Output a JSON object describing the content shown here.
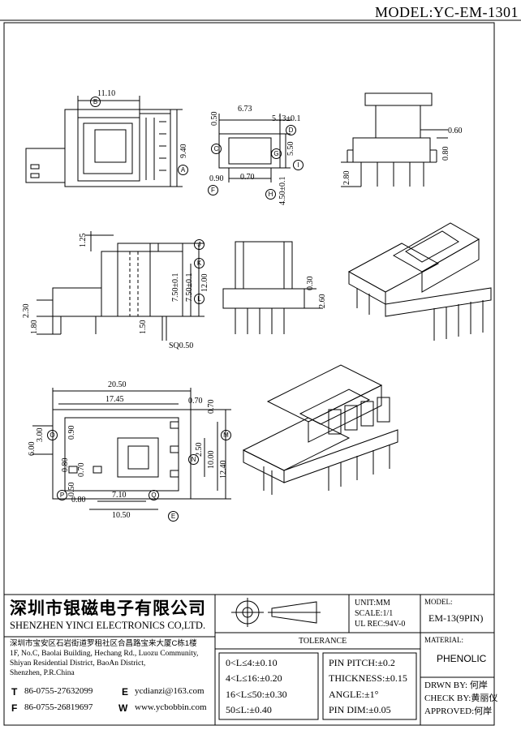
{
  "header": {
    "model": "MODEL:YC-EM-1301"
  },
  "dims": {
    "d1110": "11.10",
    "d940": "9.40",
    "d673": "6.73",
    "d050": "0.50",
    "d513": "5.13±0.1",
    "d550": "5.50",
    "d090": "0.90",
    "d070": "0.70",
    "d450": "4.50±0.1",
    "d060": "0.60",
    "d080": "0.80",
    "d280": "2.80",
    "d125": "1.25",
    "d750a": "7.50±0.1",
    "d750b": "7.50±0.1",
    "d1200": "12.00",
    "d230": "2.30",
    "d180": "1.80",
    "d150": "1.50",
    "sq": "SQ0.50",
    "d030": "0.30",
    "d260": "2.60",
    "d2050": "20.50",
    "d1745": "17.45",
    "d070b": "0.70",
    "d070c": "0.70",
    "d600": "6.00",
    "d300": "3.00",
    "d090b": "0.90",
    "d080b": "0.80",
    "d070d": "0.70",
    "d250": "2.50",
    "d1000": "10.00",
    "d1240": "12.40",
    "d050b": "0.50",
    "d080c": "0.80",
    "d710": "7.10",
    "d1050": "10.50"
  },
  "labels": {
    "A": "A",
    "B": "B",
    "C": "C",
    "D": "D",
    "E": "E",
    "F": "F",
    "G": "G",
    "H": "H",
    "I": "I",
    "J": "J",
    "K": "K",
    "L": "L",
    "M": "M",
    "N": "N",
    "O": "O",
    "P": "P",
    "Q": "Q"
  },
  "company": {
    "name_cn": "深圳市银磁电子有限公司",
    "name_en": "SHENZHEN YINCI ELECTRONICS CO,LTD.",
    "addr_cn": "深圳市宝安区石岩街道罗租社区合昌路宝来大厦C栋1楼",
    "addr_en1": "1F, No.C, Baolai Building, Hechang Rd., Luozu Community,",
    "addr_en2": "Shiyan Residential District, BaoAn District,",
    "addr_en3": "Shenzhen, P.R.China",
    "tel_label": "T",
    "tel": "86-0755-27632099",
    "fax_label": "F",
    "fax": "86-0755-26819697",
    "email_label": "E",
    "email": "ycdianzi@163.com",
    "web_label": "W",
    "web": "www.ycbobbin.com"
  },
  "units": {
    "unit": "UNIT:MM",
    "scale": "SCALE:1/1",
    "ul": "UL REC:94V-0"
  },
  "model": {
    "label": "MODEL:",
    "value": "EM-13(9PIN)"
  },
  "material": {
    "label": "MATERIAL:",
    "value": "PHENOLIC"
  },
  "tolerance": {
    "title": "TOLERANCE",
    "left": [
      "0<L≤4:±0.10",
      "4<L≤16:±0.20",
      "16<L≤50:±0.30",
      "50≤L:±0.40"
    ],
    "right": [
      "PIN PITCH:±0.2",
      "THICKNESS:±0.15",
      "ANGLE:±1°",
      "PIN DIM:±0.05"
    ]
  },
  "approval": {
    "drawn": "DRWN BY: 何岸",
    "check": "CHECK BY:黄丽仪",
    "approved": "APPROVED:何岸"
  }
}
